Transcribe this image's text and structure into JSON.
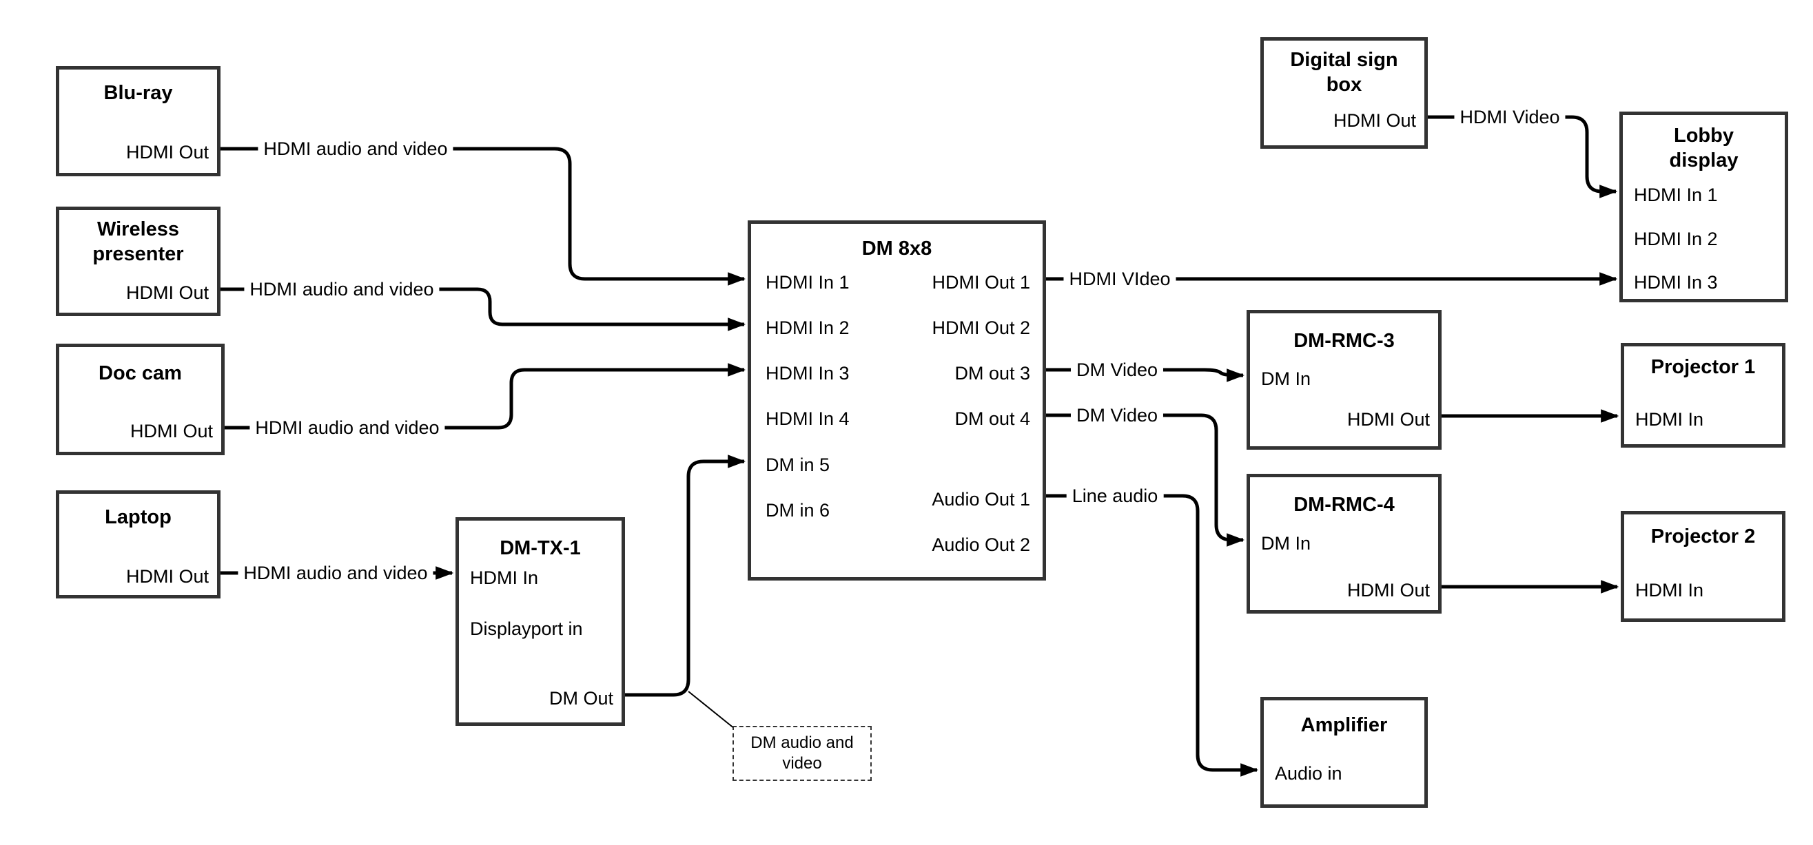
{
  "boxes": {
    "bluray": {
      "title": "Blu-ray",
      "port_hdmi_out": "HDMI Out"
    },
    "wireless": {
      "title": "Wireless presenter",
      "port_hdmi_out": "HDMI Out"
    },
    "doccam": {
      "title": "Doc cam",
      "port_hdmi_out": "HDMI Out"
    },
    "laptop": {
      "title": "Laptop",
      "port_hdmi_out": "HDMI Out"
    },
    "dmtx1": {
      "title": "DM-TX-1",
      "port_hdmi_in": "HDMI In",
      "port_dp_in": "Displayport in",
      "port_dm_out": "DM Out"
    },
    "dm8x8": {
      "title": "DM 8x8",
      "in1": "HDMI In 1",
      "in2": "HDMI In 2",
      "in3": "HDMI In 3",
      "in4": "HDMI In 4",
      "in5": "DM in 5",
      "in6": "DM in 6",
      "out1": "HDMI Out 1",
      "out2": "HDMI Out 2",
      "out3": "DM out 3",
      "out4": "DM out 4",
      "aout1": "Audio Out 1",
      "aout2": "Audio Out 2"
    },
    "digitalsign": {
      "title": "Digital sign box",
      "port_hdmi_out": "HDMI Out"
    },
    "lobby": {
      "title": "Lobby display",
      "in1": "HDMI In 1",
      "in2": "HDMI In 2",
      "in3": "HDMI In 3"
    },
    "dmrmc3": {
      "title": "DM-RMC-3",
      "port_dm_in": "DM In",
      "port_hdmi_out": "HDMI Out"
    },
    "proj1": {
      "title": "Projector 1",
      "port_hdmi_in": "HDMI In"
    },
    "dmrmc4": {
      "title": "DM-RMC-4",
      "port_dm_in": "DM In",
      "port_hdmi_out": "HDMI Out"
    },
    "proj2": {
      "title": "Projector 2",
      "port_hdmi_in": "HDMI In"
    },
    "amplifier": {
      "title": "Amplifier",
      "port_audio_in": "Audio in"
    }
  },
  "connection_labels": {
    "bluray_link": "HDMI audio and video",
    "wireless_link": "HDMI audio and video",
    "doccam_link": "HDMI audio and video",
    "laptop_link": "HDMI audio and video",
    "hdmi_out1_link": "HDMI VIdeo",
    "digitalsign_link": "HDMI Video",
    "dm_out3_link": "DM Video",
    "dm_out4_link": "DM Video",
    "audio_out1_link": "Line audio",
    "dm_out_note": "DM audio and video"
  },
  "colors": {
    "line": "#000000",
    "box_border": "#333333",
    "background": "#ffffff"
  }
}
